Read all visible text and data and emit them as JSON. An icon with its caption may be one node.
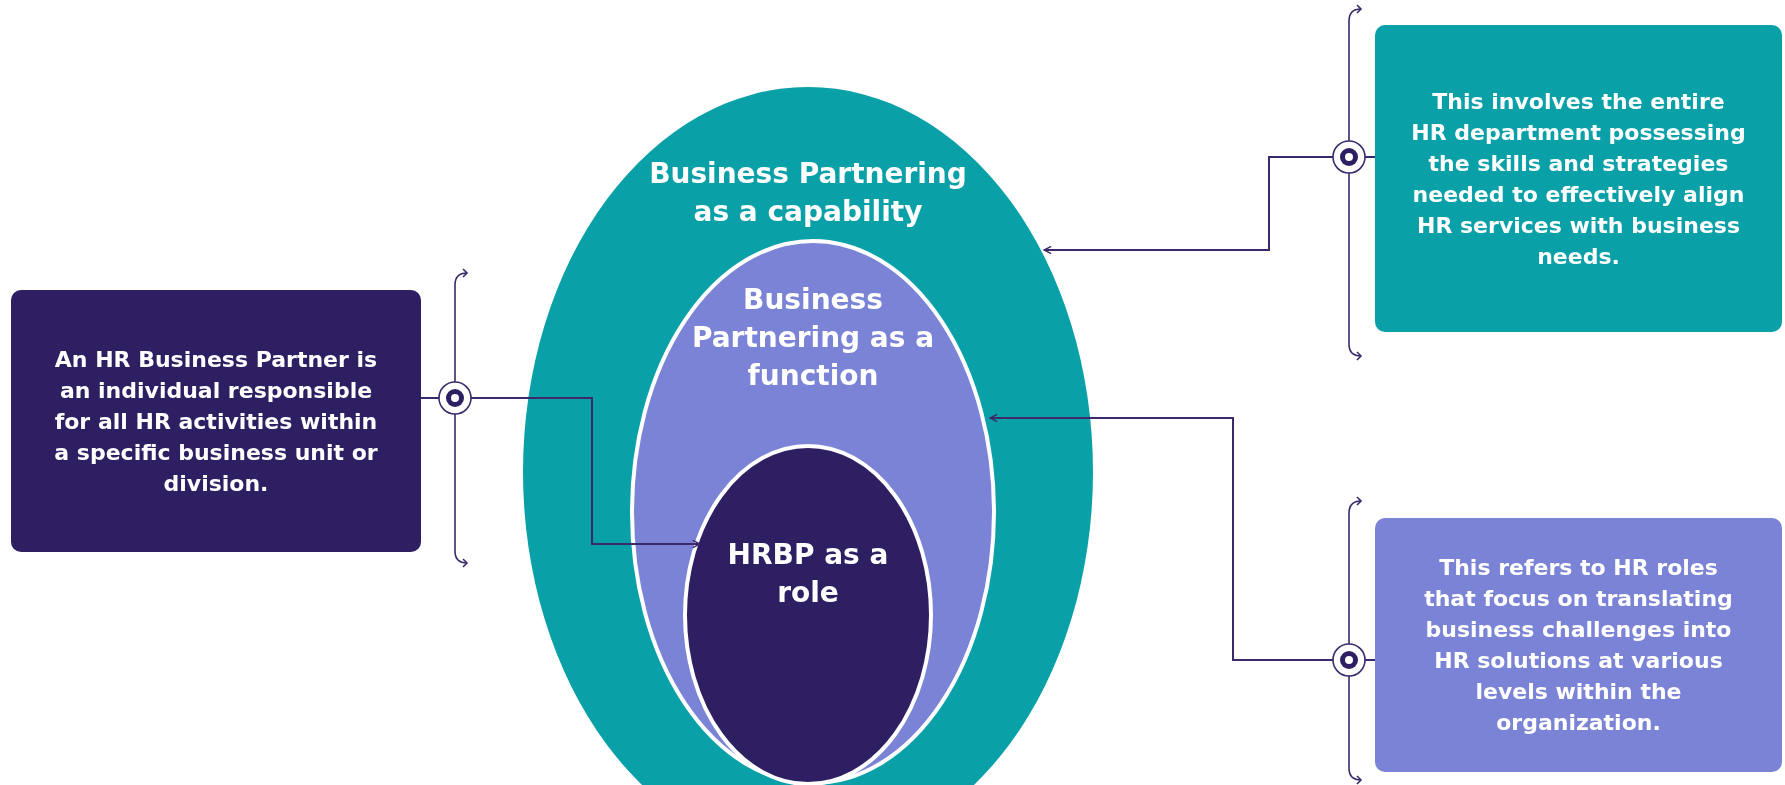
{
  "diagram": {
    "nodes": [
      {
        "text": [
          "Business Partnering as a capability"
        ]
      },
      {
        "text": [
          "Business Partnering as a function"
        ],
        "in": 0
      },
      {
        "text": [
          "HRBP as a role"
        ],
        "in": 1
      },
      {
        "text": [
          "An HR Business Partner is an individual responsible for all HR activities within a specific business unit or division."
        ]
      },
      {
        "text": [
          "This involves the entire HR department possessing the skills and strategies needed to effectively align HR services with business needs."
        ]
      },
      {
        "text": [
          "This refers to HR roles that focus on translating business challenges into HR solutions at various levels within the organization."
        ]
      }
    ],
    "edges": [
      {
        "from": 3,
        "to": 2,
        "arrow": "to"
      },
      {
        "from": 4,
        "to": 0,
        "arrow": "to"
      },
      {
        "from": 5,
        "to": 1,
        "arrow": "to"
      }
    ]
  }
}
